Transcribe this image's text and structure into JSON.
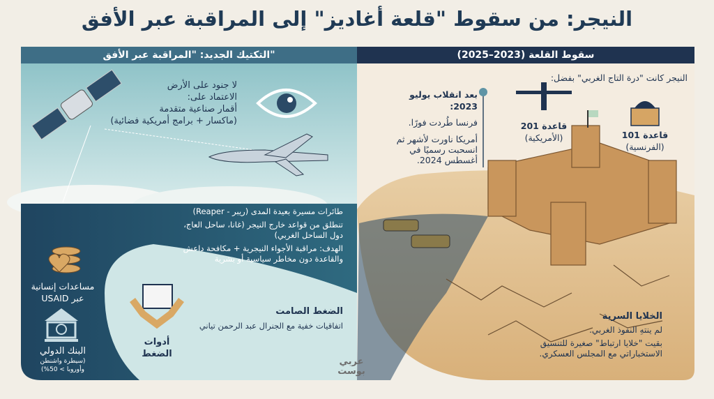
{
  "title": "النيجر: من سقوط \"قلعة أغاديز\" إلى المراقبة عبر الأفق",
  "left_panel": {
    "header": "التكتيك الجديد: \"المراقبة عبر الأفق\"",
    "surveillance": [
      "لا جنود على الأرض",
      "الاعتماد على:",
      "أقمار صناعية متقدمة",
      "(ماكسار + برامج أمريكية فضائية)"
    ],
    "drones": [
      "طائرات مسيرة بعيدة المدى (ريبر - Reaper)",
      "تنطلق من قواعد خارج النيجر (غانا، ساحل العاج،",
      "دول الساحل الغربي)",
      "الهدف: مراقبة الأجواء النيجرية + مكافحة داعش",
      "والقاعدة دون مخاطر سياسية أو بشرية"
    ],
    "aid": [
      "مساعدات إنسانية",
      "عبر USAID"
    ],
    "bank": {
      "name": "البنك الدولي",
      "note": [
        "(سيطرة واشنطن",
        "وأوروبا > 50%)"
      ]
    },
    "pressure_tools": [
      "أدوات",
      "الضغط"
    ],
    "silent_pressure": {
      "title": "الضغط الصامت",
      "text": "اتفاقيات خفية مع الجنرال عبد الرحمن تياني"
    }
  },
  "right_panel": {
    "header": "سقوط القلعة (2023–2025)",
    "intro": "النيجر كانت \"درة التاج الغربي\" بفضل:",
    "coup": {
      "title": "بعد انقلاب يوليو 2023:",
      "france": "فرنسا طُردت فورًا.",
      "usa": [
        "أمريكا ناورت لأشهر ثم",
        "انسحبت رسميًا في",
        "أغسطس 2024."
      ]
    },
    "base201": {
      "name": "قاعدة 201",
      "owner": "(الأمريكية)"
    },
    "base101": {
      "name": "قاعدة 101",
      "owner": "(الفرنسية)"
    },
    "cells": {
      "title": "الخلايا السرية",
      "lines": [
        "لم ينتهِ النفوذ الغربي.",
        "بقيت \"خلايا ارتباط\" صغيرة للتنسيق",
        "الاستخباراتي مع المجلس العسكري."
      ]
    }
  },
  "logo": [
    "عربي",
    "بوست"
  ],
  "colors": {
    "navy": "#1f3350",
    "teal": "#3e6e86",
    "sand": "#d9b27a",
    "bg": "#f2eee6"
  }
}
